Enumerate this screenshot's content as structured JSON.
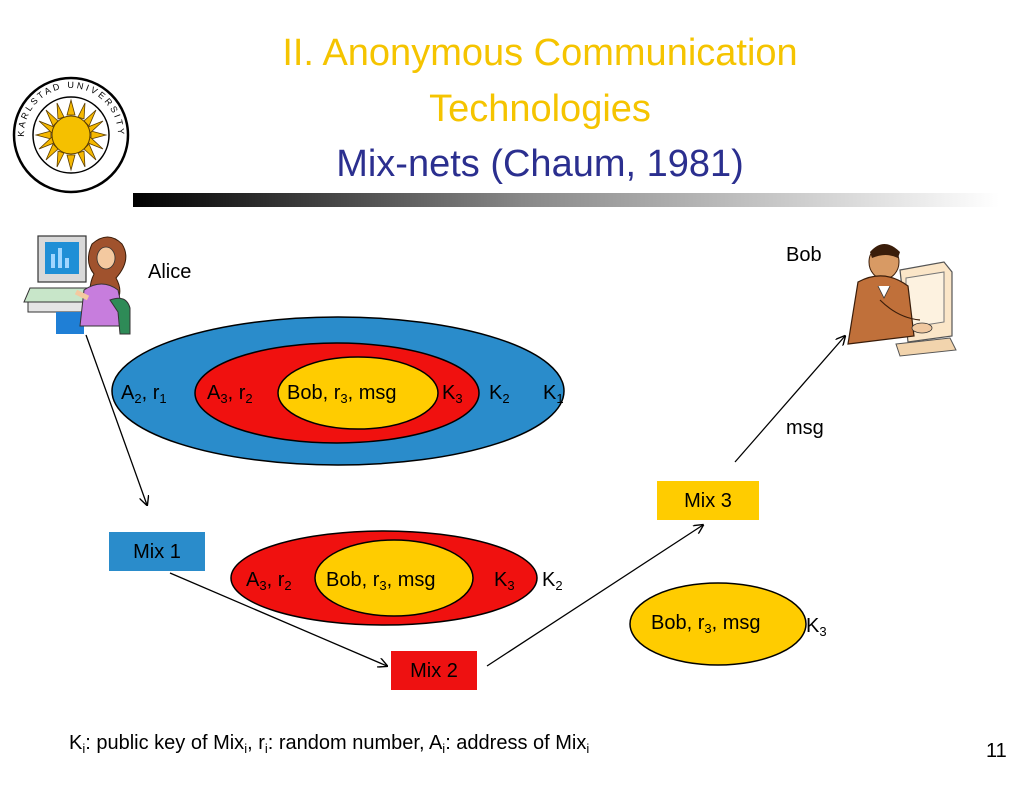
{
  "slide": {
    "title_line1": "II. Anonymous Communication",
    "title_line2": "Technologies",
    "subtitle": "Mix-nets (Chaum, 1981)",
    "page_number": "11",
    "logo_text": "KARLSTAD UNIVERSITY"
  },
  "people": {
    "alice": "Alice",
    "bob": "Bob"
  },
  "mixes": {
    "mix1": "Mix 1",
    "mix2": "Mix 2",
    "mix3": "Mix 3"
  },
  "onion1": {
    "a2": "A",
    "a2_sub": "2",
    "r1": ", r",
    "r1_sub": "1",
    "a3": "A",
    "a3_sub": "3",
    "r2": ", r",
    "r2_sub": "2",
    "core_a": "Bob, r",
    "core_sub": "3",
    "core_b": ", msg",
    "k3": "K",
    "k3_sub": "3",
    "k2": "K",
    "k2_sub": "2",
    "k1": "K",
    "k1_sub": "1"
  },
  "onion2": {
    "a3": "A",
    "a3_sub": "3",
    "r2": ", r",
    "r2_sub": "2",
    "core_a": "Bob, r",
    "core_sub": "3",
    "core_b": ", msg",
    "k3": "K",
    "k3_sub": "3",
    "k2": "K",
    "k2_sub": "2"
  },
  "onion3": {
    "core_a": "Bob, r",
    "core_sub": "3",
    "core_b": ", msg",
    "k3": "K",
    "k3_sub": "3"
  },
  "msg_label": "msg",
  "legend": {
    "k": "K",
    "k_sub": "i",
    "t1": ": public key of Mix",
    "t1_sub": "i",
    "t2": ", r",
    "t2_sub": "i",
    "t3": ": random number, A",
    "t3_sub": "i",
    "t4": ": address of Mix",
    "t4_sub": "i"
  },
  "colors": {
    "title_yellow": "#F5C400",
    "title_blue": "#2B2F8F",
    "outer_blue": "#2A8CCB",
    "middle_red": "#F0110F",
    "inner_yellow": "#FFCC00",
    "mix1_fill": "#2A8CCB",
    "mix2_fill": "#EE1111",
    "mix3_fill": "#FFCC00"
  }
}
